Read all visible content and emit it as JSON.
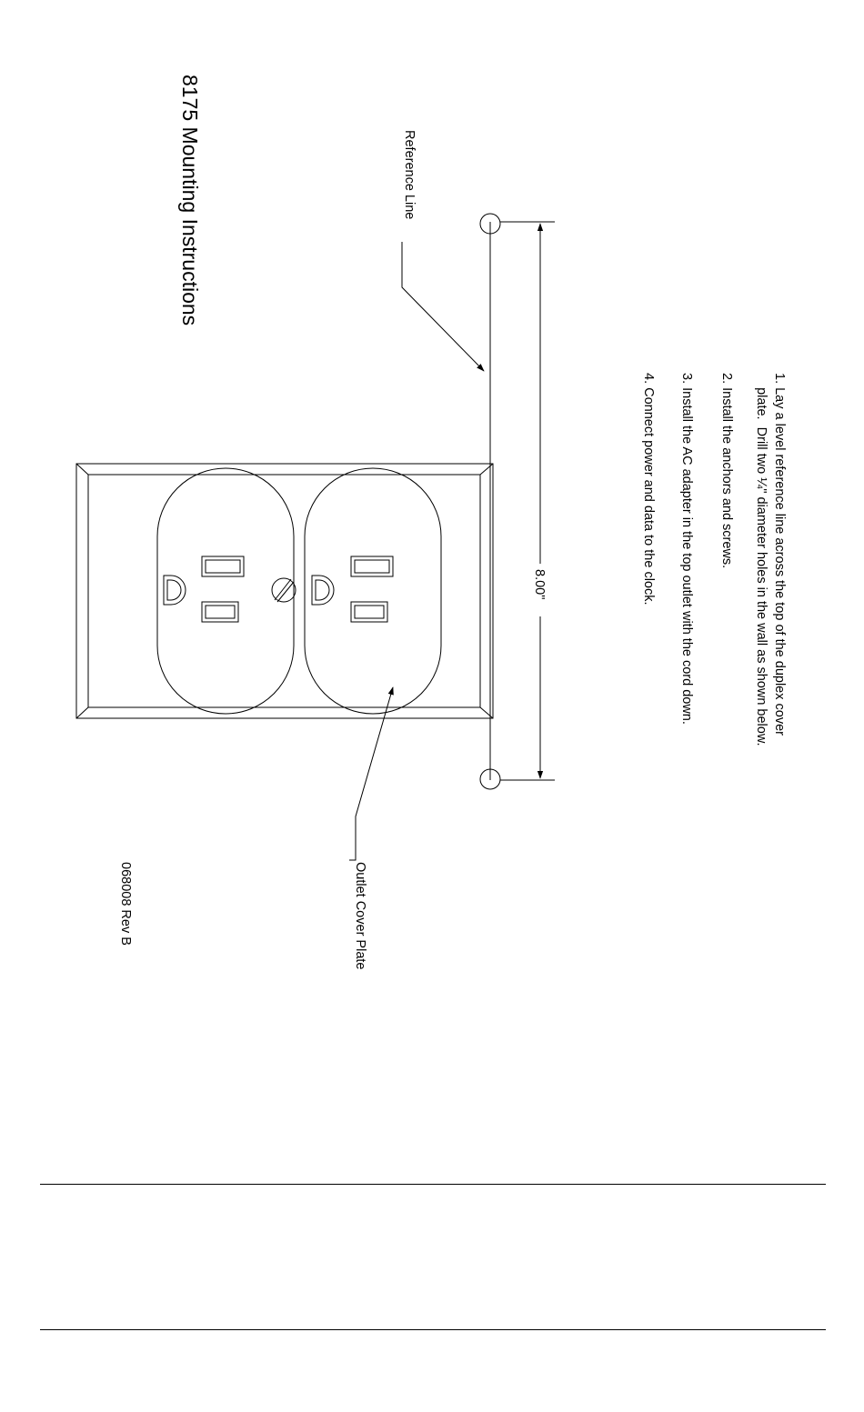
{
  "title": "8175 Mounting Instructions",
  "steps": [
    "1. Lay a level reference line across the top of the duplex cover",
    "    plate.  Drill two ¼\" diameter holes in the wall as shown below.",
    "2. Install the anchors and screws.",
    "3. Install the AC adapter in the top outlet with the cord down.",
    "4. Connect power and data to the clock."
  ],
  "labels": {
    "reference_line": "Reference Line",
    "outlet_cover_plate": "Outlet Cover Plate",
    "dimension": "8.00\"",
    "part_number": "068008 Rev B"
  }
}
